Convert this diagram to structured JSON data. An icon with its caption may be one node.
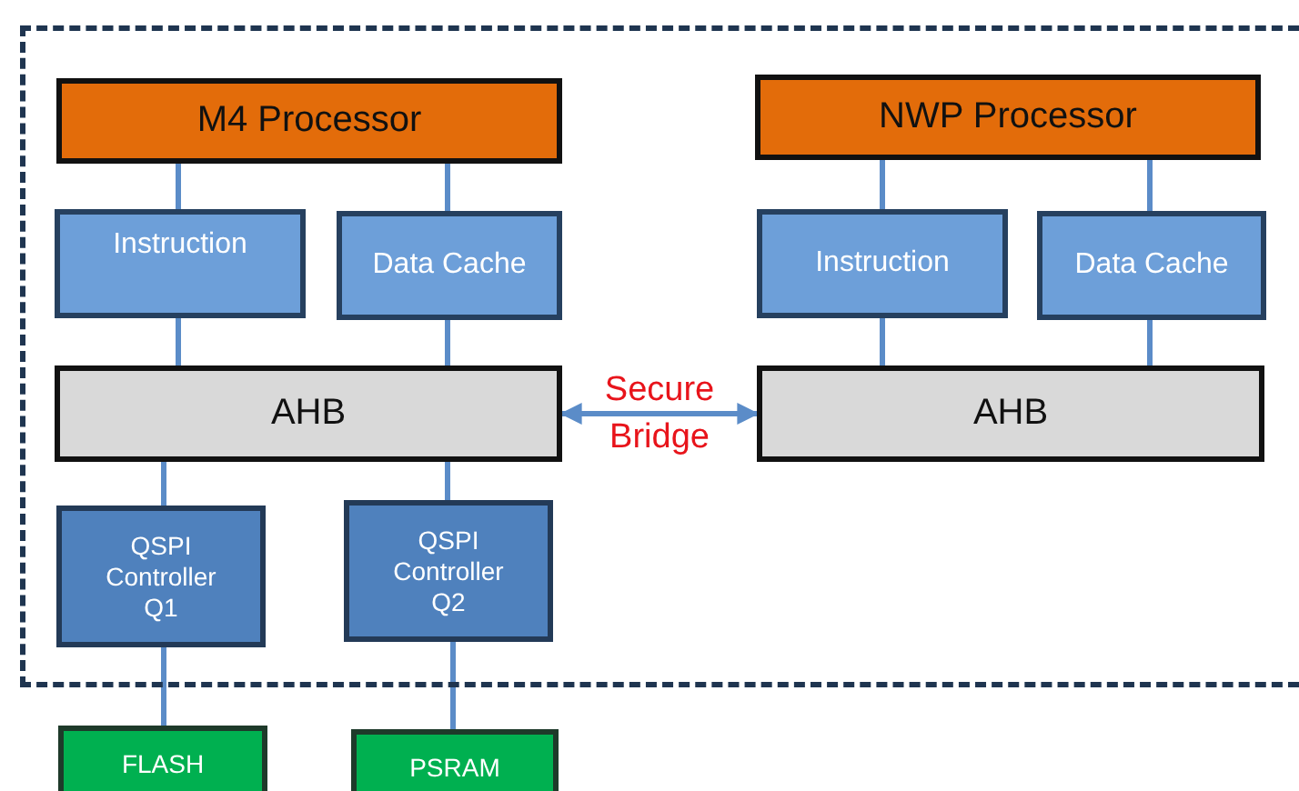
{
  "diagram": {
    "nodes": [
      {
        "text": [],
        "shape": "box"
      },
      {
        "text": [
          "M4 Processor"
        ],
        "in": 0
      },
      {
        "text": [
          "NWP Processor"
        ],
        "in": 0
      },
      {
        "text": [
          "Instruction"
        ],
        "in": 0
      },
      {
        "text": [
          "Data Cache"
        ],
        "in": 0
      },
      {
        "text": [
          "Instruction"
        ],
        "in": 0
      },
      {
        "text": [
          "Data Cache"
        ],
        "in": 0
      },
      {
        "text": [
          "AHB"
        ],
        "in": 0
      },
      {
        "text": [
          "AHB"
        ],
        "in": 0
      },
      {
        "text": [
          "QSPI Controller Q1"
        ],
        "in": 0
      },
      {
        "text": [
          "QSPI Controller Q2"
        ],
        "in": 0
      },
      {
        "text": [
          "FLASH"
        ]
      },
      {
        "text": [
          "PSRAM"
        ]
      }
    ],
    "edges": [
      {
        "from": 1,
        "to": 3,
        "arrow": "none"
      },
      {
        "from": 1,
        "to": 4,
        "arrow": "none"
      },
      {
        "from": 3,
        "to": 7,
        "arrow": "none"
      },
      {
        "from": 4,
        "to": 7,
        "arrow": "none"
      },
      {
        "from": 2,
        "to": 5,
        "arrow": "none"
      },
      {
        "from": 2,
        "to": 6,
        "arrow": "none"
      },
      {
        "from": 5,
        "to": 8,
        "arrow": "none"
      },
      {
        "from": 6,
        "to": 8,
        "arrow": "none"
      },
      {
        "from": 7,
        "to": 8,
        "arrow": "both",
        "label": "Secure Bridge"
      },
      {
        "from": 7,
        "to": 9,
        "arrow": "none"
      },
      {
        "from": 7,
        "to": 10,
        "arrow": "none"
      },
      {
        "from": 9,
        "to": 11,
        "arrow": "none"
      },
      {
        "from": 10,
        "to": 12,
        "arrow": "none"
      }
    ]
  }
}
